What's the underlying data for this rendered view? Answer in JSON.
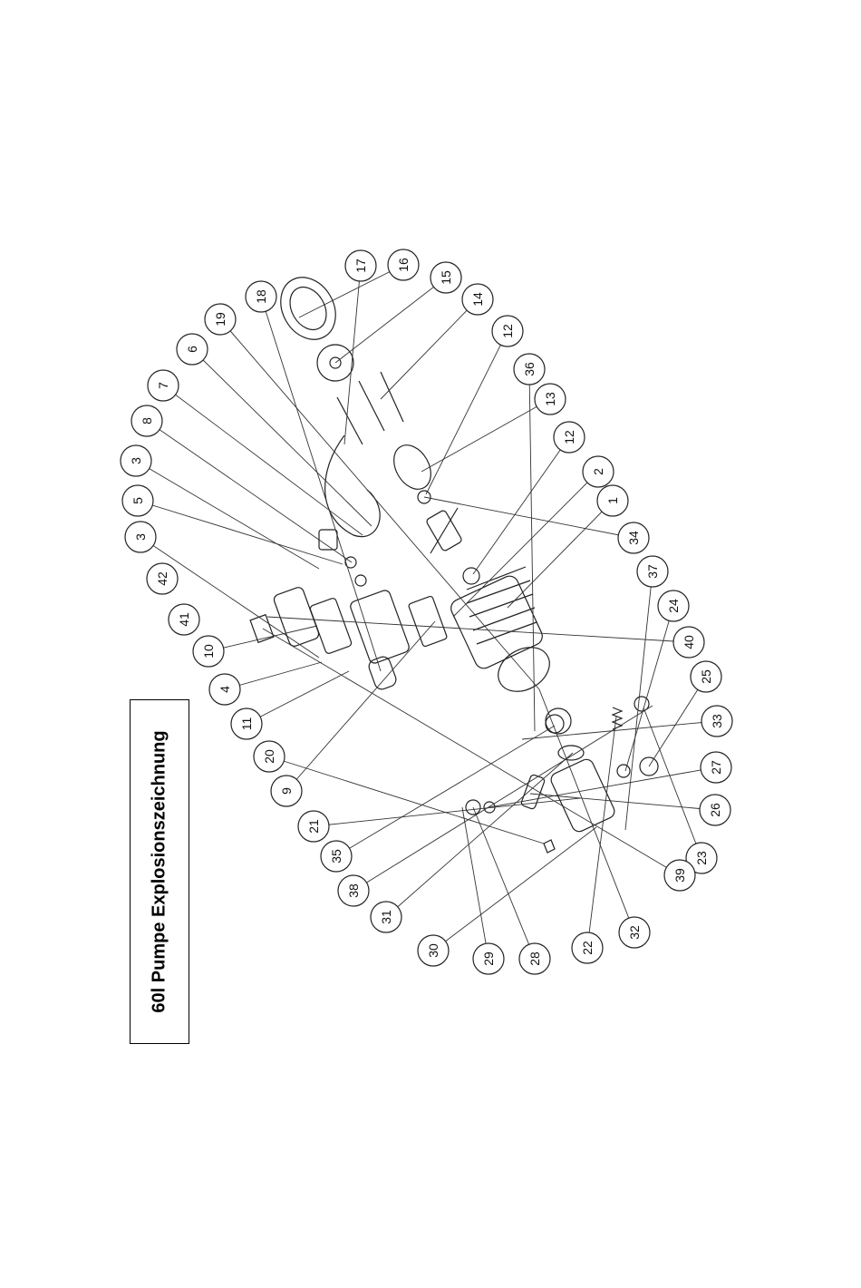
{
  "title": "60l Pumpe Explosionszeichnung",
  "callouts": [
    "1",
    "2",
    "3",
    "3",
    "4",
    "5",
    "6",
    "7",
    "8",
    "9",
    "10",
    "11",
    "12",
    "12",
    "13",
    "14",
    "15",
    "16",
    "17",
    "18",
    "19",
    "20",
    "21",
    "22",
    "23",
    "24",
    "25",
    "26",
    "27",
    "28",
    "29",
    "30",
    "31",
    "32",
    "33",
    "34",
    "35",
    "36",
    "37",
    "38",
    "39",
    "40",
    "41",
    "42"
  ]
}
